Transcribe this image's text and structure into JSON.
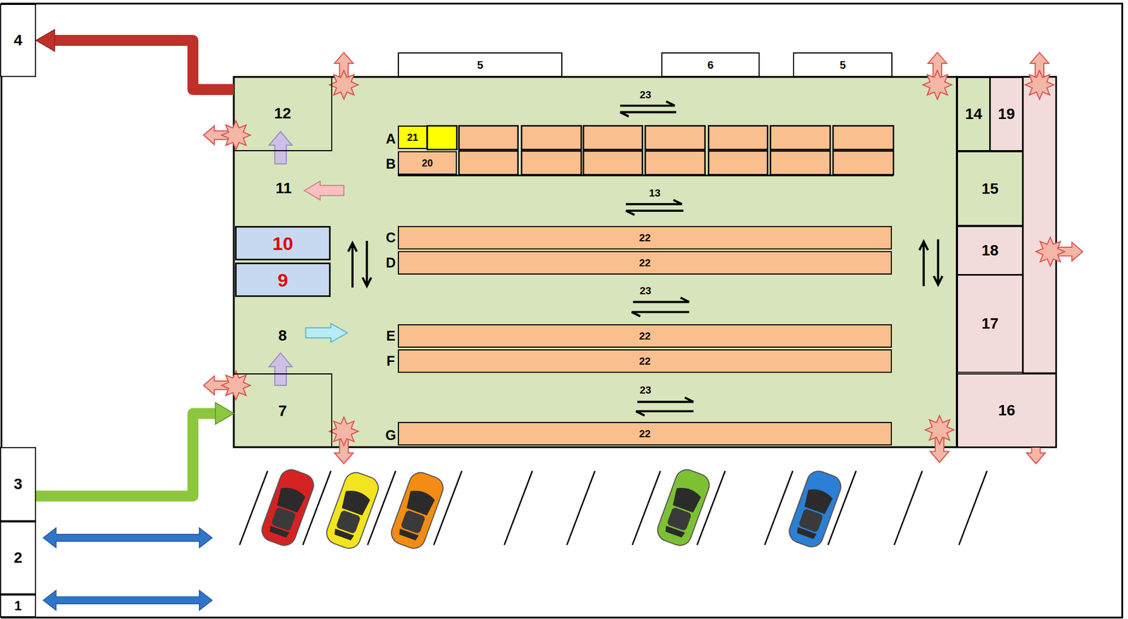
{
  "diagram": {
    "nodes": [
      {
        "text": [
          "4"
        ]
      },
      {
        "text": [
          "5"
        ]
      },
      {
        "text": [
          "6"
        ]
      },
      {
        "text": [
          "5"
        ]
      },
      {
        "text": [
          "12"
        ]
      },
      {
        "text": [
          "14"
        ]
      },
      {
        "text": [
          "19"
        ]
      },
      {
        "text": [
          "21"
        ]
      },
      {
        "text": [
          "20"
        ]
      },
      {
        "text": [
          "15"
        ]
      },
      {
        "text": [
          "10"
        ]
      },
      {
        "text": [
          "22"
        ]
      },
      {
        "text": [
          "18"
        ]
      },
      {
        "text": [
          "22"
        ]
      },
      {
        "text": [
          "9"
        ]
      },
      {
        "text": [
          "17"
        ]
      },
      {
        "text": [
          "22"
        ]
      },
      {
        "text": [
          "22"
        ]
      },
      {
        "text": [
          "7"
        ]
      },
      {
        "text": [
          "16"
        ]
      },
      {
        "text": [
          "22"
        ]
      },
      {
        "text": [
          "3"
        ]
      },
      {
        "text": [
          "2"
        ]
      },
      {
        "text": [
          "1"
        ]
      }
    ],
    "edges": [
      {
        "from": 4,
        "to": 0,
        "arrow": "to"
      },
      {
        "from": 21,
        "to": 18,
        "arrow": "to"
      }
    ],
    "labels": [
      "23",
      "A",
      "B",
      "11",
      "13",
      "C",
      "D",
      "23",
      "8",
      "E",
      "F",
      "23",
      "G"
    ]
  }
}
